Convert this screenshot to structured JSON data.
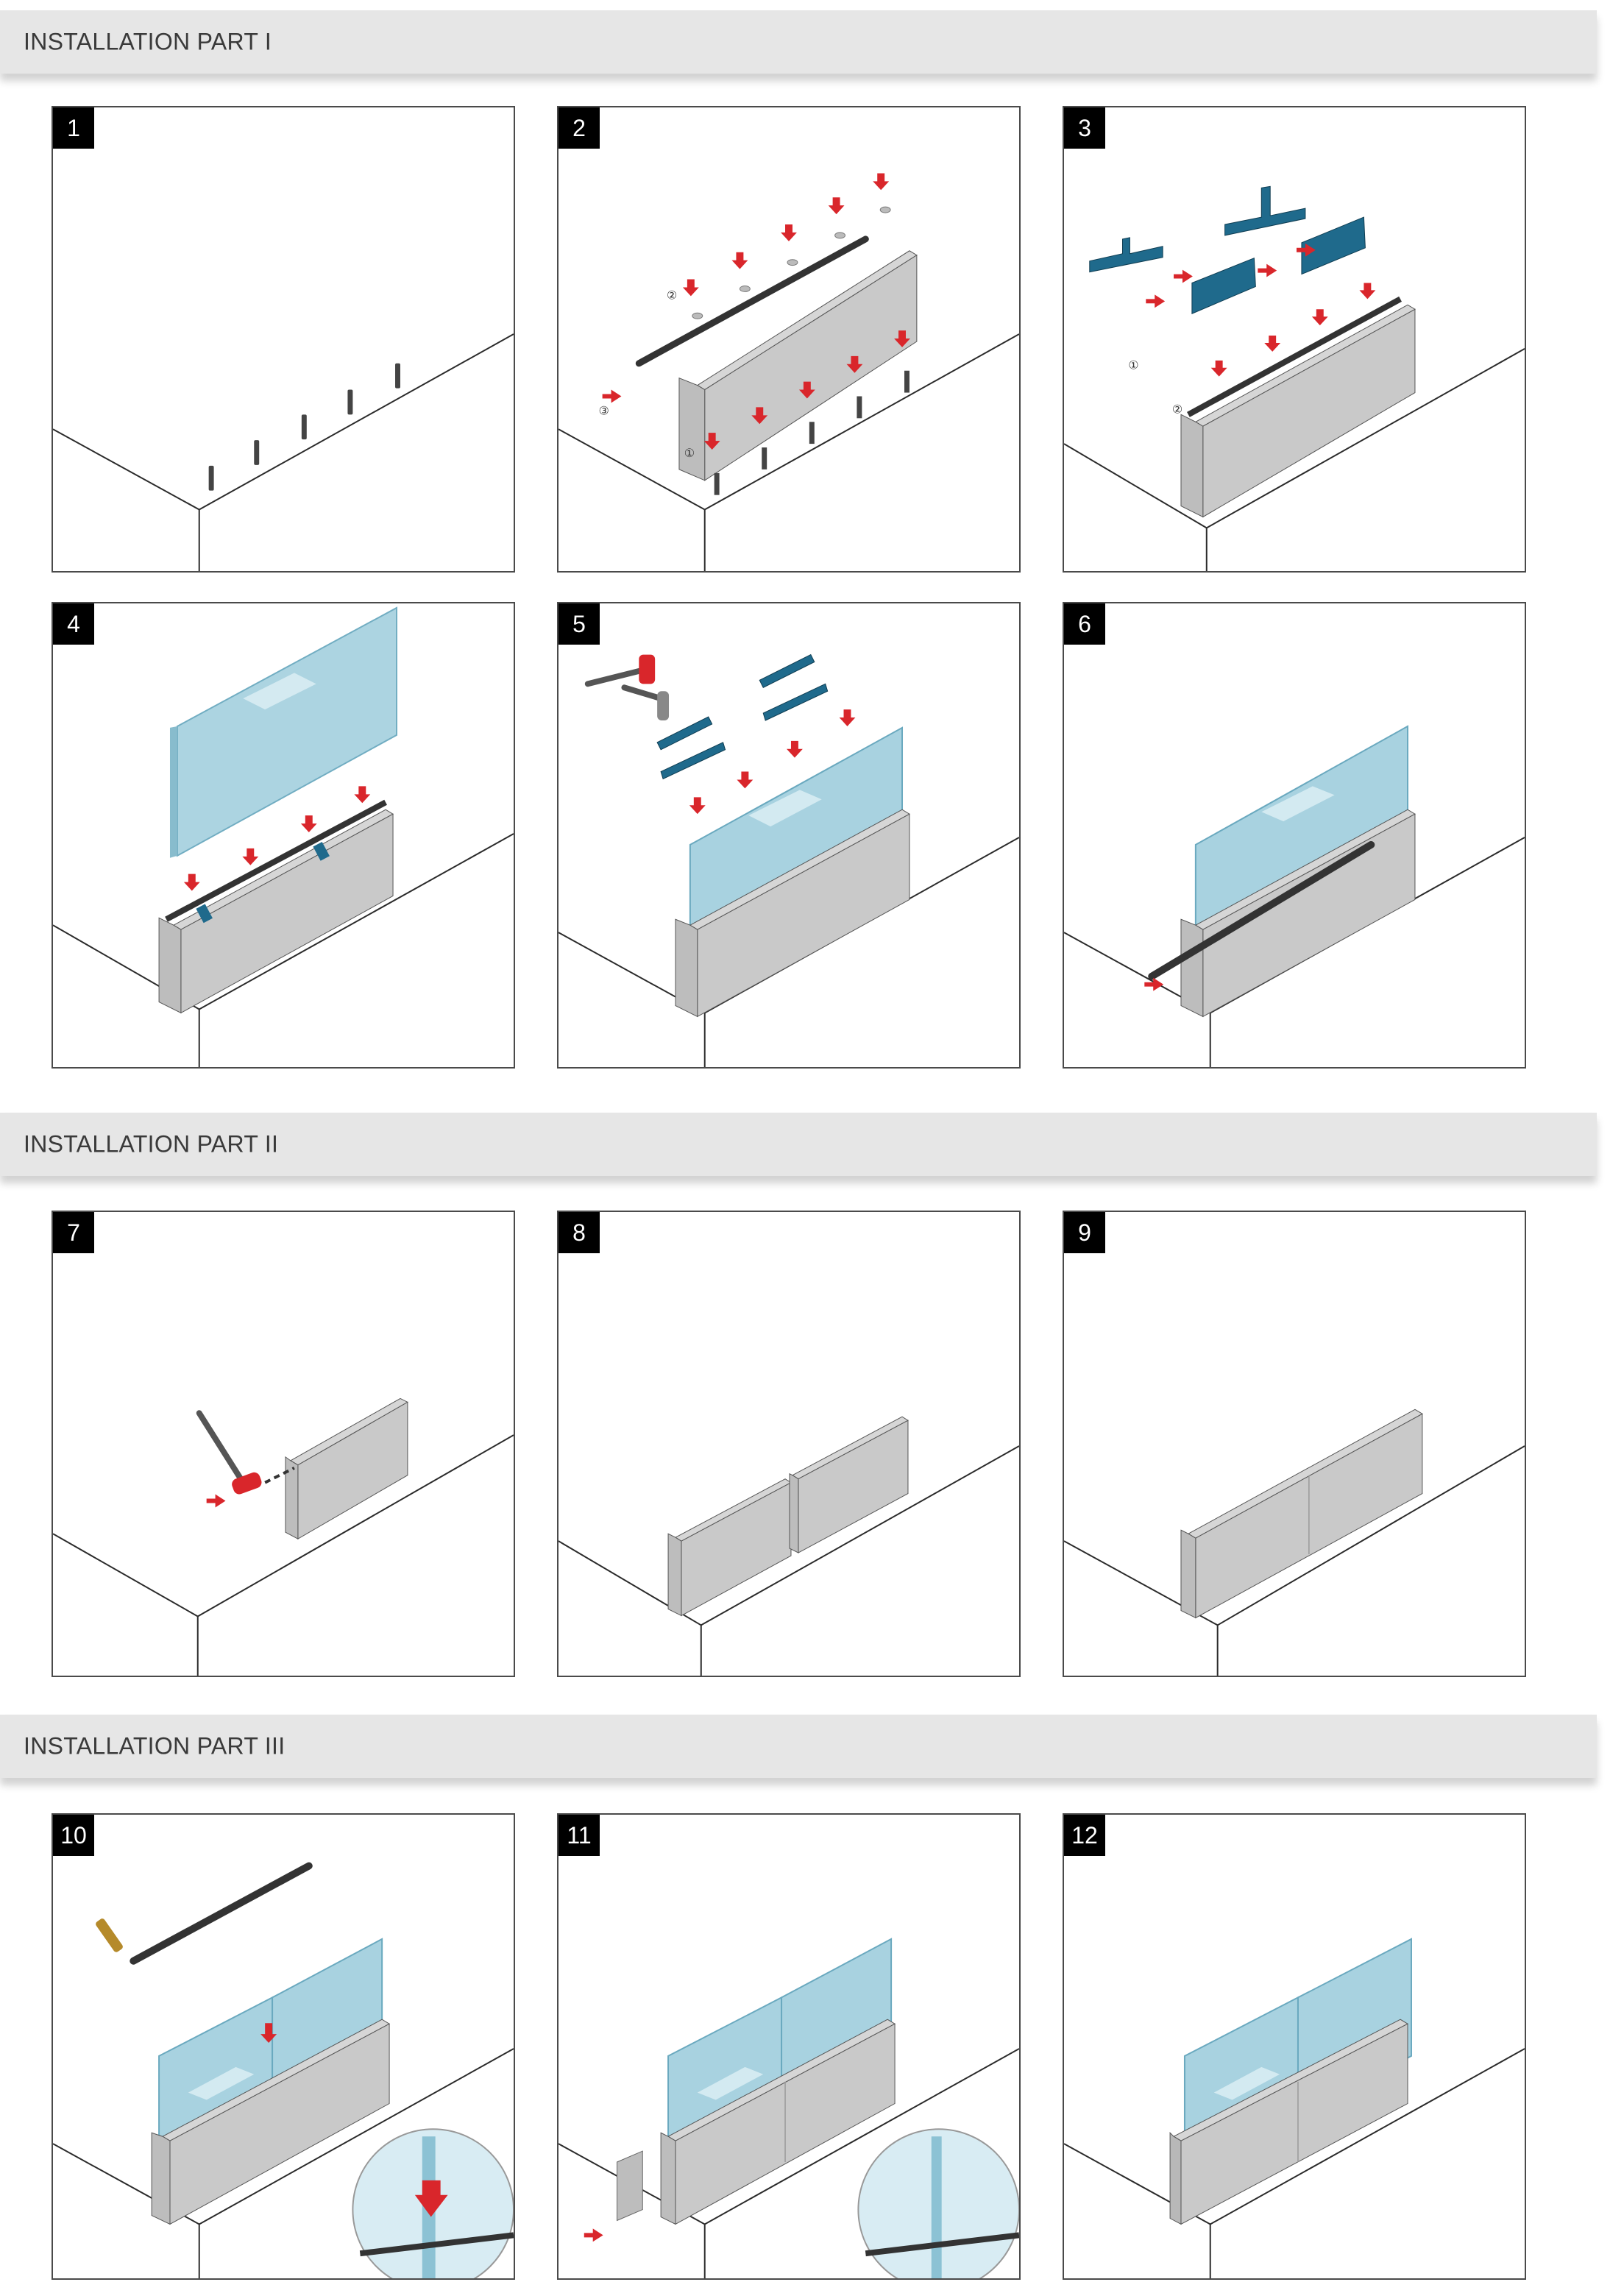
{
  "sections": [
    {
      "title": "INSTALLATION PART I"
    },
    {
      "title": "INSTALLATION PART II"
    },
    {
      "title": "INSTALLATION PART III"
    }
  ],
  "steps": [
    {
      "number": "1"
    },
    {
      "number": "2",
      "callouts": [
        "②",
        "③",
        "①"
      ]
    },
    {
      "number": "3",
      "callouts": [
        "①",
        "②"
      ]
    },
    {
      "number": "4"
    },
    {
      "number": "5"
    },
    {
      "number": "6"
    },
    {
      "number": "7"
    },
    {
      "number": "8"
    },
    {
      "number": "9"
    },
    {
      "number": "10"
    },
    {
      "number": "11"
    },
    {
      "number": "12"
    }
  ],
  "colors": {
    "profile": "#c9c9c9",
    "glass": "#a8d2e0",
    "clamp": "#1f6a8c",
    "arrow": "#d9262b",
    "line": "#2b2b2b",
    "header": "#e6e6e6"
  }
}
